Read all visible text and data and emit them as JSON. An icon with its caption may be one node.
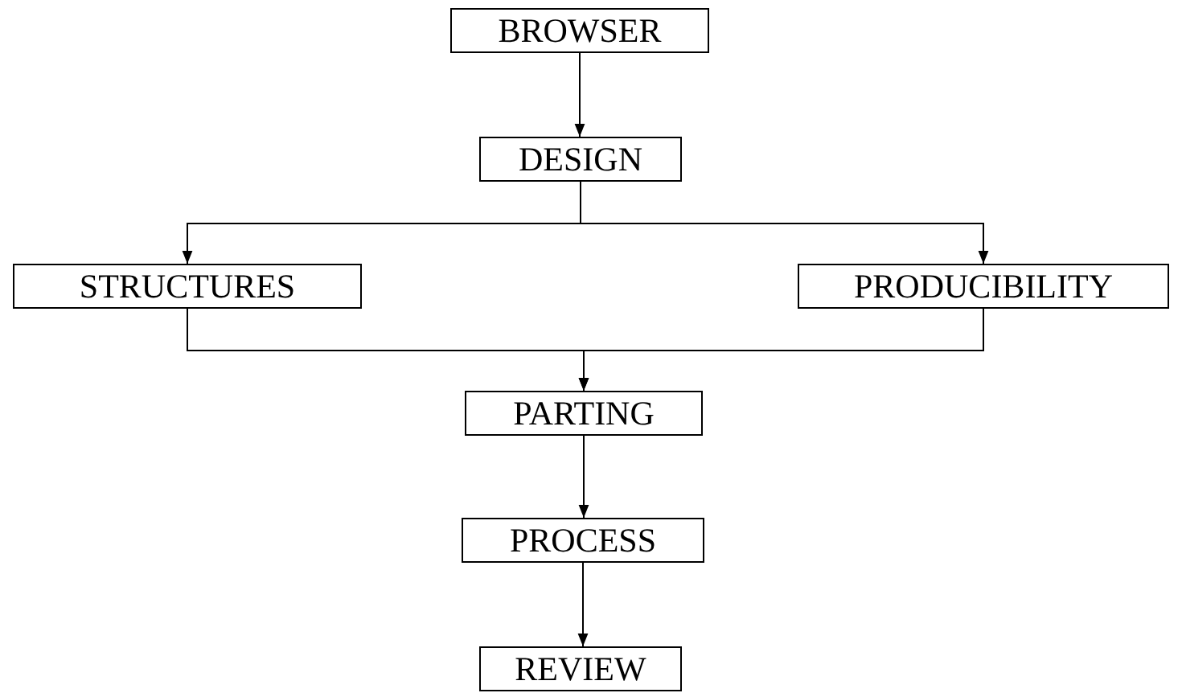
{
  "diagram": {
    "nodes": [
      {
        "text": [
          "BROWSER"
        ]
      },
      {
        "text": [
          "DESIGN"
        ]
      },
      {
        "text": [
          "STRUCTURES"
        ]
      },
      {
        "text": [
          "PRODUCIBILITY"
        ]
      },
      {
        "text": [
          "PARTING"
        ]
      },
      {
        "text": [
          "PROCESS"
        ]
      },
      {
        "text": [
          "REVIEW"
        ]
      }
    ],
    "edges": [
      {
        "from": 0,
        "to": 1,
        "arrow": "to"
      },
      {
        "from": 1,
        "to": 2,
        "arrow": "to"
      },
      {
        "from": 1,
        "to": 3,
        "arrow": "to"
      },
      {
        "from": 2,
        "to": 4,
        "arrow": "to"
      },
      {
        "from": 3,
        "to": 4,
        "arrow": "to"
      },
      {
        "from": 4,
        "to": 5,
        "arrow": "to"
      },
      {
        "from": 5,
        "to": 6,
        "arrow": "to"
      }
    ]
  }
}
